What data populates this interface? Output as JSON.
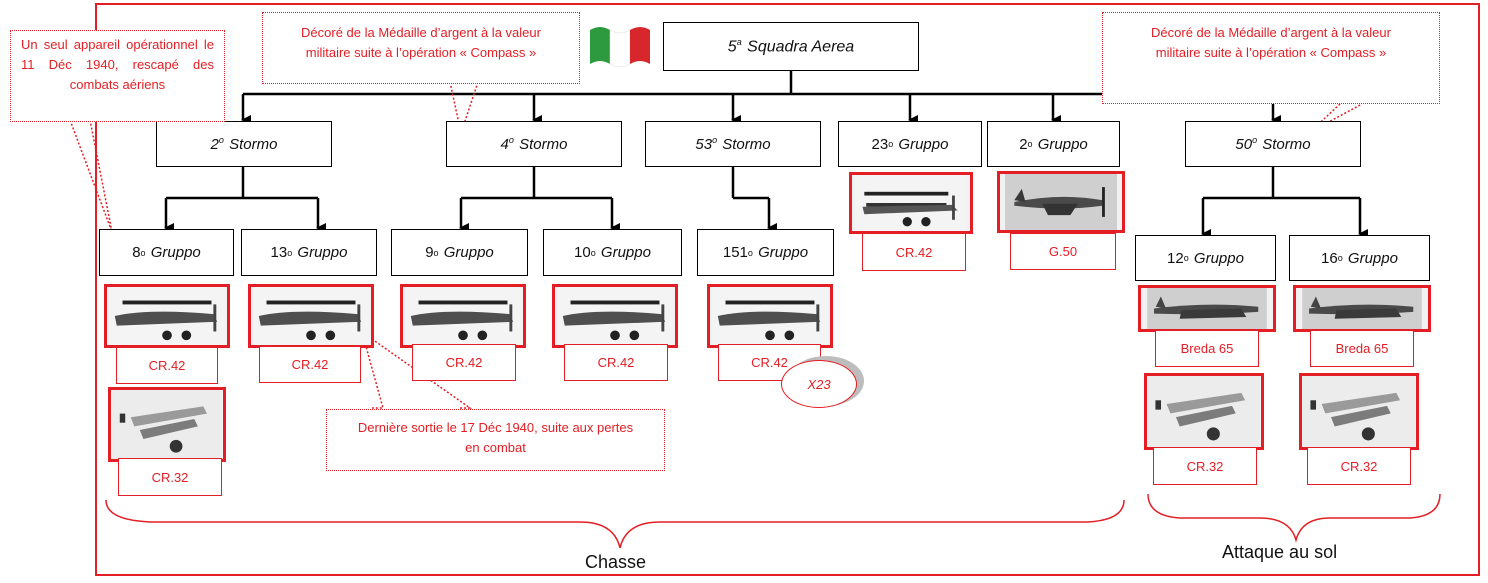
{
  "root": {
    "num": "5",
    "sup": "a",
    "name": "Squadra Aerea"
  },
  "stormi": [
    {
      "num": "2",
      "sup": "o",
      "name": "Stormo"
    },
    {
      "num": "4",
      "sup": "o",
      "name": "Stormo"
    },
    {
      "num": "53",
      "sup": "o",
      "name": "Stormo"
    },
    {
      "num": "50",
      "sup": "o",
      "name": "Stormo"
    }
  ],
  "direct_gruppi": [
    {
      "num": "23",
      "sup": "o",
      "name": "Gruppo",
      "aircraft": "CR.42"
    },
    {
      "num": "2",
      "sup": "o",
      "name": "Gruppo",
      "aircraft": "G.50"
    }
  ],
  "gruppi": [
    {
      "num": "8",
      "sup": "o",
      "name": "Gruppo",
      "aircraft": [
        "CR.42",
        "CR.32"
      ]
    },
    {
      "num": "13",
      "sup": "o",
      "name": "Gruppo",
      "aircraft": [
        "CR.42"
      ]
    },
    {
      "num": "9",
      "sup": "o",
      "name": "Gruppo",
      "aircraft": [
        "CR.42"
      ]
    },
    {
      "num": "10",
      "sup": "o",
      "name": "Gruppo",
      "aircraft": [
        "CR.42"
      ]
    },
    {
      "num": "151",
      "sup": "o",
      "name": "Gruppo",
      "aircraft": [
        "CR.42"
      ]
    },
    {
      "num": "12",
      "sup": "o",
      "name": "Gruppo",
      "aircraft": [
        "Breda 65",
        "CR.32"
      ]
    },
    {
      "num": "16",
      "sup": "o",
      "name": "Gruppo",
      "aircraft": [
        "Breda 65",
        "CR.32"
      ]
    }
  ],
  "badge": "X23",
  "notes": {
    "seul_appareil": "Un seul appareil opérationnel le 11 Déc 1940, rescapé des combats aériens",
    "medaille_1": "Décoré de la Médaille d’argent à la valeur militaire suite à l’opération « Compass »",
    "medaille_2": "Décoré de la Médaille d’argent à la valeur militaire suite à l’opération « Compass »",
    "derniere_sortie": "Dernière sortie le 17 Déc 1940, suite aux pertes en combat"
  },
  "groups": {
    "chasse": "Chasse",
    "attaque": "Attaque au sol"
  },
  "colors": {
    "accent": "#e31e24",
    "line": "#000000",
    "flag_green": "#2e9a3f",
    "flag_red": "#d7262c"
  }
}
